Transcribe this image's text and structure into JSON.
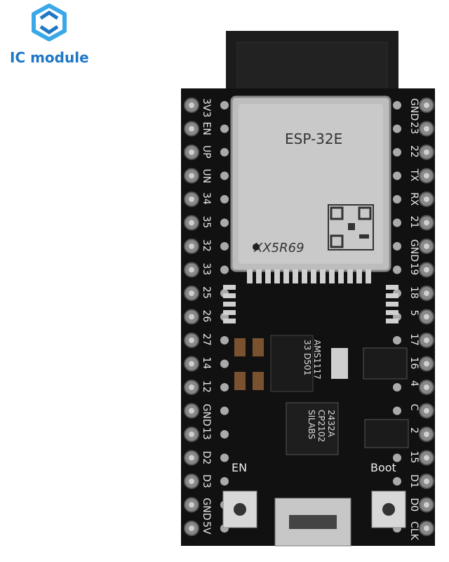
{
  "brand": {
    "name": "IC module",
    "color": "#1f77c4"
  },
  "board": {
    "module_label": "ESP-32E",
    "module_marking": "XX5R69",
    "ldo_marking": [
      "AMS1117",
      "33 D501"
    ],
    "usb_chip_marking": [
      "SILABS",
      "CP2102",
      "2432A"
    ],
    "left_pins": [
      "3V3",
      "EN",
      "UP",
      "UN",
      "34",
      "35",
      "32",
      "33",
      "25",
      "26",
      "27",
      "14",
      "12",
      "GND",
      "13",
      "D2",
      "D3",
      "GND",
      "5V"
    ],
    "right_pins": [
      "GND",
      "23",
      "22",
      "TX",
      "RX",
      "21",
      "GND",
      "19",
      "18",
      "5",
      "17",
      "16",
      "4",
      "C",
      "2",
      "15",
      "D1",
      "D0",
      "CLK"
    ],
    "button_en_label": "EN",
    "button_boot_label": "Boot",
    "colors": {
      "pcb": "#111111",
      "shield": "#b8b8b8",
      "antenna": "#1a1a1a",
      "pin": "#9a9a9a",
      "silk": "#e8e8e8"
    }
  }
}
